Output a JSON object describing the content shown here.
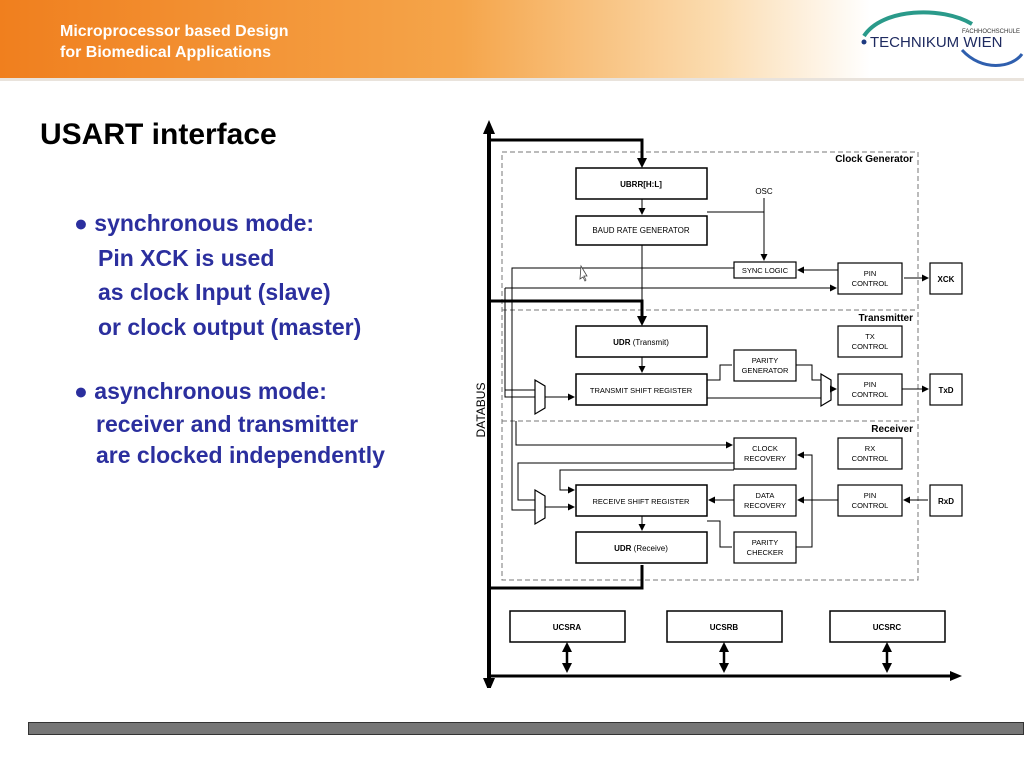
{
  "header": {
    "course_line1": "Microprocessor based Design",
    "course_line2": "for Biomedical Applications",
    "logo": {
      "small": "FACHHOCHSCHULE",
      "name": "TECHNIKUM WIEN"
    }
  },
  "slide": {
    "title": "USART interface",
    "bullet1": {
      "head": "● synchronous mode:",
      "lines": [
        "Pin XCK is used",
        "as clock Input (slave)",
        "or clock output (master)"
      ]
    },
    "bullet2": {
      "head": "● asynchronous mode:",
      "lines": [
        "receiver and transmitter",
        "are clocked independently"
      ]
    }
  },
  "diagram": {
    "databus": "DATABUS",
    "sections": {
      "clock_generator": "Clock Generator",
      "transmitter": "Transmitter",
      "receiver": "Receiver"
    },
    "blocks": {
      "ubrr": "UBRR[H:L]",
      "osc": "OSC",
      "baud": "BAUD RATE GENERATOR",
      "sync": "SYNC LOGIC",
      "pin_ctrl": [
        "PIN",
        "CONTROL"
      ],
      "xck": "XCK",
      "udr_tx_bold": "UDR",
      "udr_tx_rest": " (Transmit)",
      "tx_control": [
        "TX",
        "CONTROL"
      ],
      "parity_gen": [
        "PARITY",
        "GENERATOR"
      ],
      "tsr": "TRANSMIT SHIFT REGISTER",
      "txd": "TxD",
      "clock_recovery": [
        "CLOCK",
        "RECOVERY"
      ],
      "rx_control": [
        "RX",
        "CONTROL"
      ],
      "rsr": "RECEIVE SHIFT REGISTER",
      "data_recovery": [
        "DATA",
        "RECOVERY"
      ],
      "rxd": "RxD",
      "udr_rx_bold": "UDR",
      "udr_rx_rest": " (Receive)",
      "parity_chk": [
        "PARITY",
        "CHECKER"
      ],
      "ucsra": "UCSRA",
      "ucsrb": "UCSRB",
      "ucsrc": "UCSRC"
    }
  }
}
